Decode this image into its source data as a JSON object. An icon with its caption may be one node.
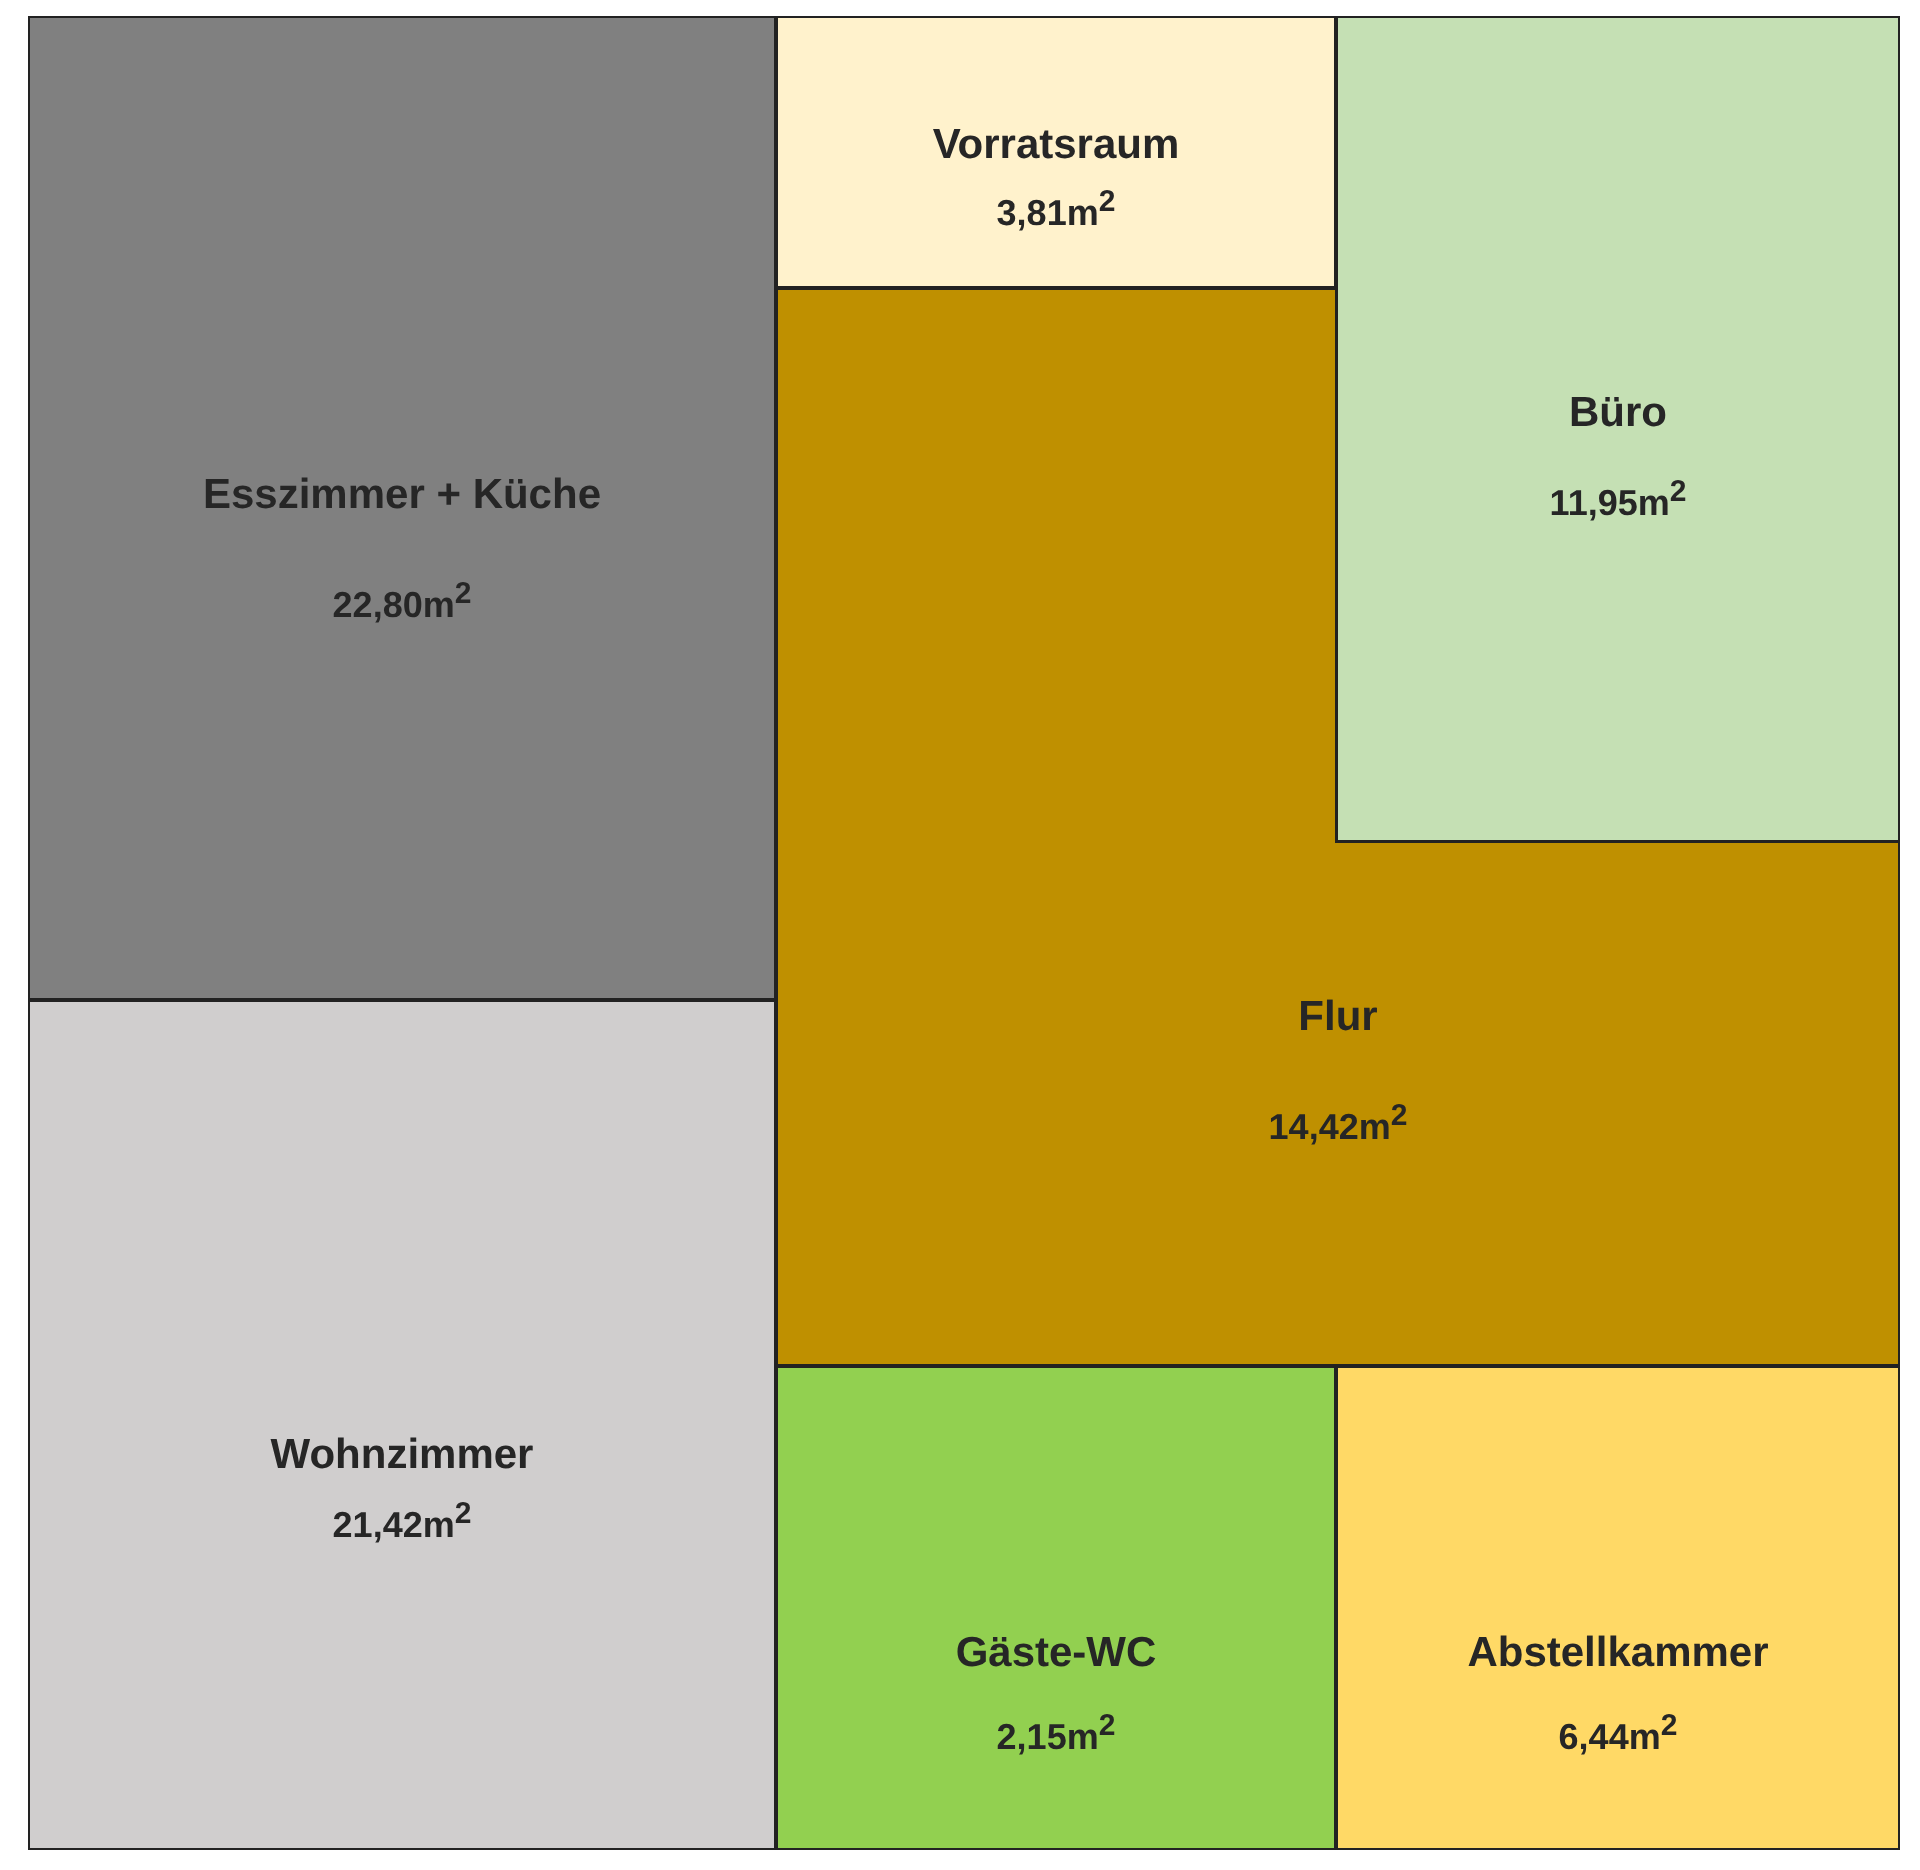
{
  "diagram": {
    "nodes": [
      {
        "text": [
          "Esszimmer + Küche",
          "22,80m$^{2}$"
        ]
      },
      {
        "text": [
          "Vorratsraum",
          "3,81m$^{2}$"
        ]
      },
      {
        "text": [
          "Büro",
          "11,95m$^{2}$"
        ]
      },
      {
        "text": [
          "Flur",
          "14,42m$^{2}$"
        ]
      },
      {
        "text": [
          "Wohnzimmer",
          "21,42m$^{2}$"
        ]
      },
      {
        "text": [
          "Gäste-WC",
          "2,15m$^{2}$"
        ]
      },
      {
        "text": [
          "Abstellkammer",
          "6,44m$^{2}$"
        ]
      }
    ]
  }
}
